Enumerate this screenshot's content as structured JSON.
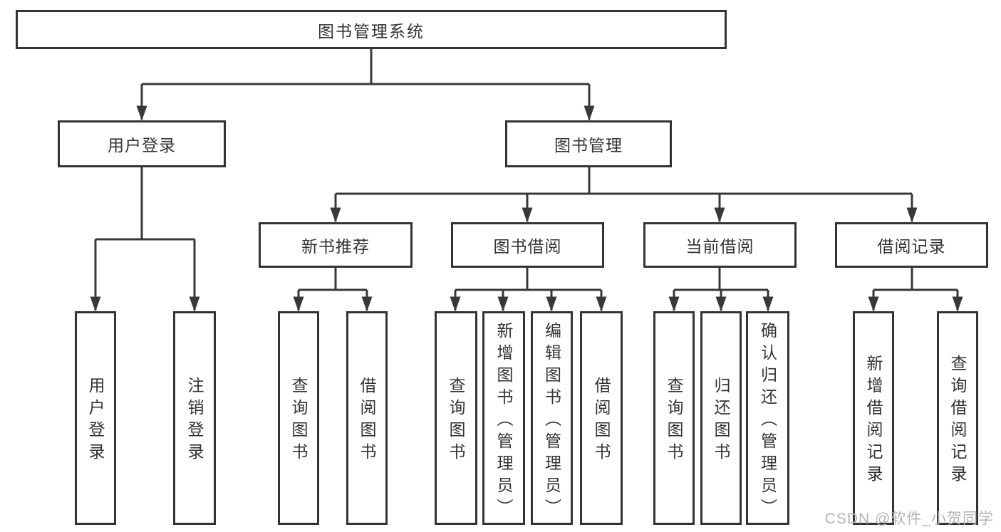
{
  "colors": {
    "line": "#383838",
    "box_border": "#333333",
    "text": "#333333",
    "watermark": "#b4b4b4",
    "background": "#ffffff"
  },
  "tree": {
    "label": "图书管理系统",
    "children": [
      {
        "label": "用户登录",
        "children": [
          {
            "label": "用户登录"
          },
          {
            "label": "注销登录"
          }
        ]
      },
      {
        "label": "图书管理",
        "children": [
          {
            "label": "新书推荐",
            "children": [
              {
                "label": "查询图书"
              },
              {
                "label": "借阅图书"
              }
            ]
          },
          {
            "label": "图书借阅",
            "children": [
              {
                "label": "查询图书"
              },
              {
                "label": "新增图书（管理员）"
              },
              {
                "label": "编辑图书（管理员）"
              },
              {
                "label": "借阅图书"
              }
            ]
          },
          {
            "label": "当前借阅",
            "children": [
              {
                "label": "查询图书"
              },
              {
                "label": "归还图书"
              },
              {
                "label": "确认归还（管理员）"
              }
            ]
          },
          {
            "label": "借阅记录",
            "children": [
              {
                "label": "新增借阅记录"
              },
              {
                "label": "查询借阅记录"
              }
            ]
          }
        ]
      }
    ]
  },
  "watermark": "CSDN @软件_小贺同学"
}
